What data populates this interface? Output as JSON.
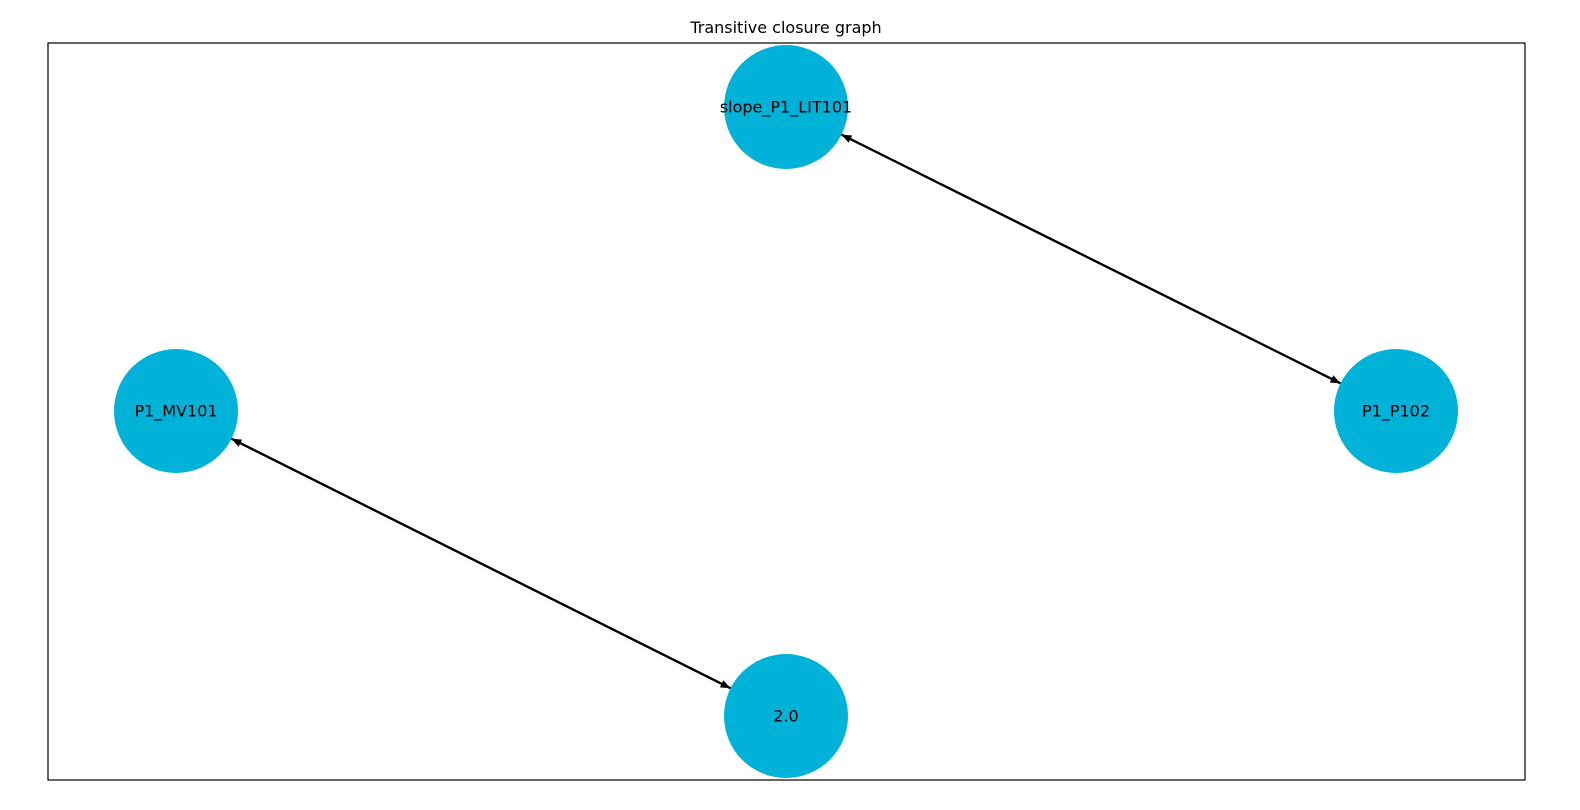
{
  "title": "Transitive closure graph",
  "colors": {
    "node_fill": "#00b2d8",
    "edge": "#000000",
    "frame": "#000000",
    "background": "#ffffff"
  },
  "graph": {
    "nodes": [
      {
        "id": "slope_P1_LIT101",
        "label": "slope_P1_LIT101"
      },
      {
        "id": "P1_MV101",
        "label": "P1_MV101"
      },
      {
        "id": "P1_P102",
        "label": "P1_P102"
      },
      {
        "id": "2.0",
        "label": "2.0"
      }
    ],
    "edges": [
      {
        "source": "slope_P1_LIT101",
        "target": "P1_P102"
      },
      {
        "source": "P1_P102",
        "target": "slope_P1_LIT101"
      },
      {
        "source": "P1_MV101",
        "target": "2.0"
      },
      {
        "source": "2.0",
        "target": "P1_MV101"
      }
    ]
  }
}
